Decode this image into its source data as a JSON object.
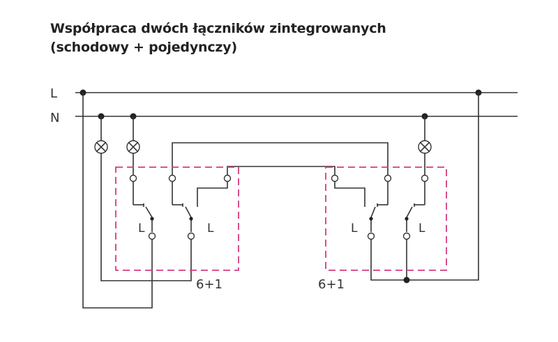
{
  "title": {
    "line1": "Współpraca dwóch łączników zintegrowanych",
    "line2": "(schodowy + pojedynczy)"
  },
  "lines": {
    "phase": "L",
    "neutral": "N"
  },
  "switches": {
    "left": {
      "label": "6+1",
      "contact_a": "L",
      "contact_b": "L"
    },
    "right": {
      "label": "6+1",
      "contact_a": "L",
      "contact_b": "L"
    }
  },
  "colors": {
    "wire": "#333333",
    "housing_dash": "#d63a7e",
    "title": "#222222"
  }
}
